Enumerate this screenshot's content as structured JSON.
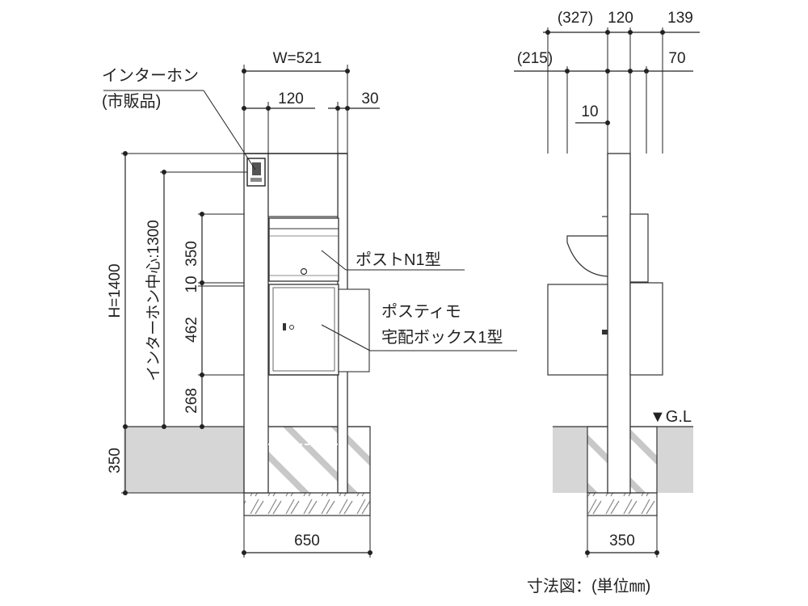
{
  "front": {
    "width_total": "W=521",
    "width_post": "120",
    "width_gap": "30",
    "height_total": "H=1400",
    "intercom_center": "インターホン中心:1300",
    "dim_350": "350",
    "dim_10": "10",
    "dim_462": "462",
    "dim_268": "268",
    "dim_ground": "350",
    "dim_base": "650"
  },
  "labels": {
    "intercom_line1": "インターホン",
    "intercom_line2": "(市販品)",
    "post": "ポストN1型",
    "box_line1": "ポスティモ",
    "box_line2": "宅配ボックス1型"
  },
  "side": {
    "dim_327": "(327)",
    "dim_120": "120",
    "dim_139": "139",
    "dim_215": "(215)",
    "dim_70": "70",
    "dim_10": "10",
    "ground_level": "▼G.L",
    "dim_base": "350"
  },
  "footer": {
    "unit_note": "寸法図：(単位㎜)"
  }
}
